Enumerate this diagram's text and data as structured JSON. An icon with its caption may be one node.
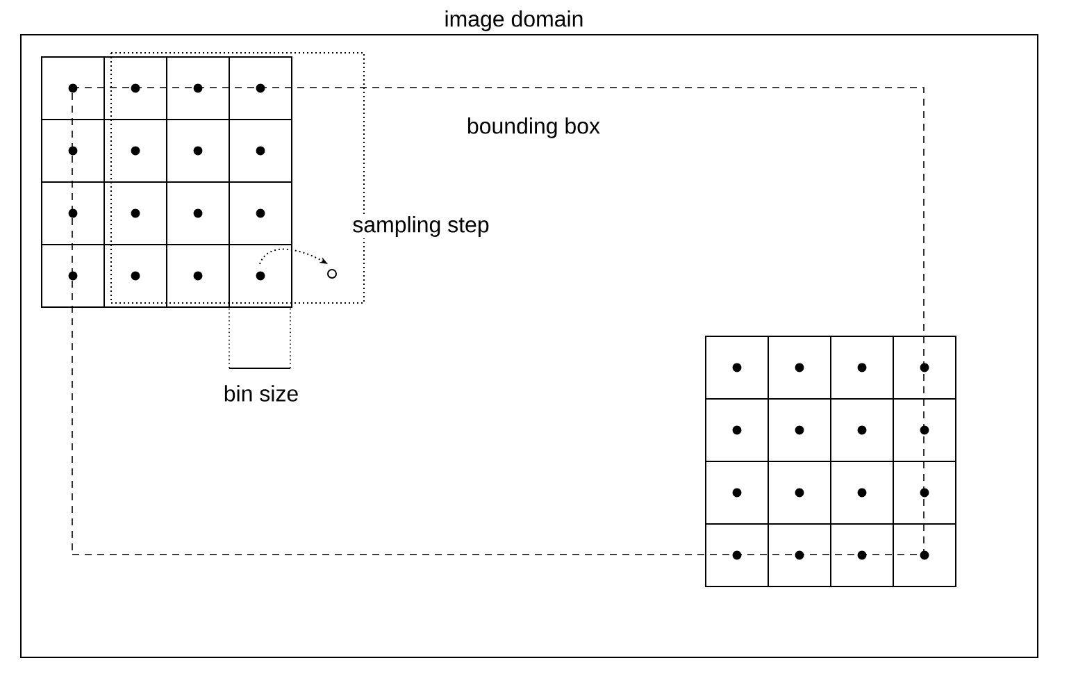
{
  "diagram": {
    "nodes": [
      {
        "text": [
          "image domain"
        ]
      },
      {
        "text": [
          "bounding box"
        ],
        "in": 0
      }
    ],
    "labels": [
      "sampling step",
      "bin size"
    ]
  }
}
